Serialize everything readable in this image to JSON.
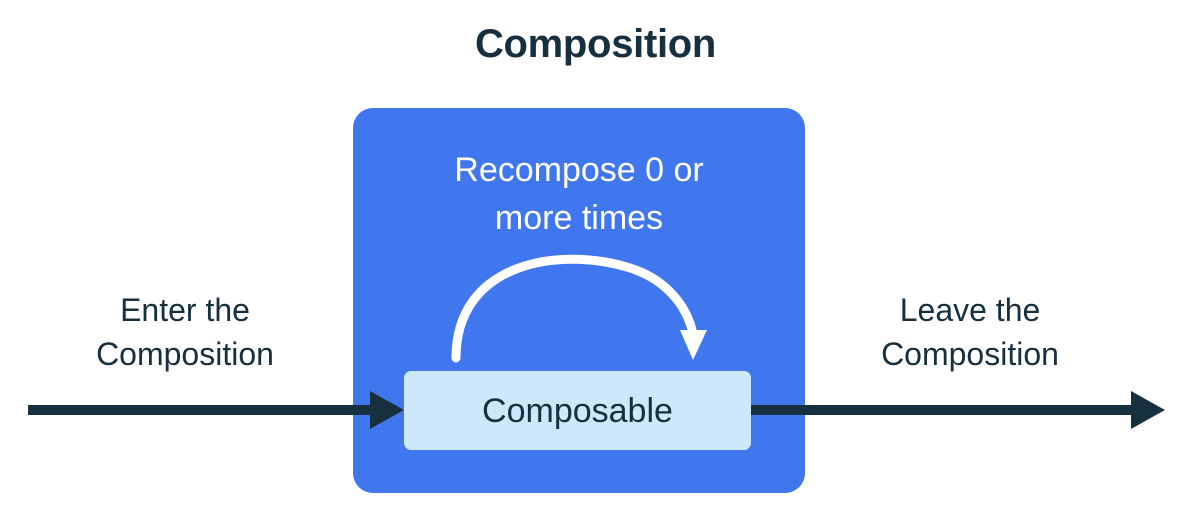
{
  "diagram": {
    "title": "Composition",
    "background_color": "#ffffff",
    "colors": {
      "navy": "#17303f",
      "blue": "#4076ee",
      "light_blue": "#cde7fb",
      "white": "#ffffff"
    },
    "composition_box": {
      "recompose_line1": "Recompose 0 or",
      "recompose_line2": "more times",
      "composable_label": "Composable",
      "loop_arrow_name": "recompose-loop-arrow"
    },
    "enter_label": {
      "line1": "Enter the",
      "line2": "Composition"
    },
    "leave_label": {
      "line1": "Leave the",
      "line2": "Composition"
    },
    "arrows": {
      "enter_arrow_name": "enter-composition-arrow",
      "leave_arrow_name": "leave-composition-arrow"
    }
  }
}
